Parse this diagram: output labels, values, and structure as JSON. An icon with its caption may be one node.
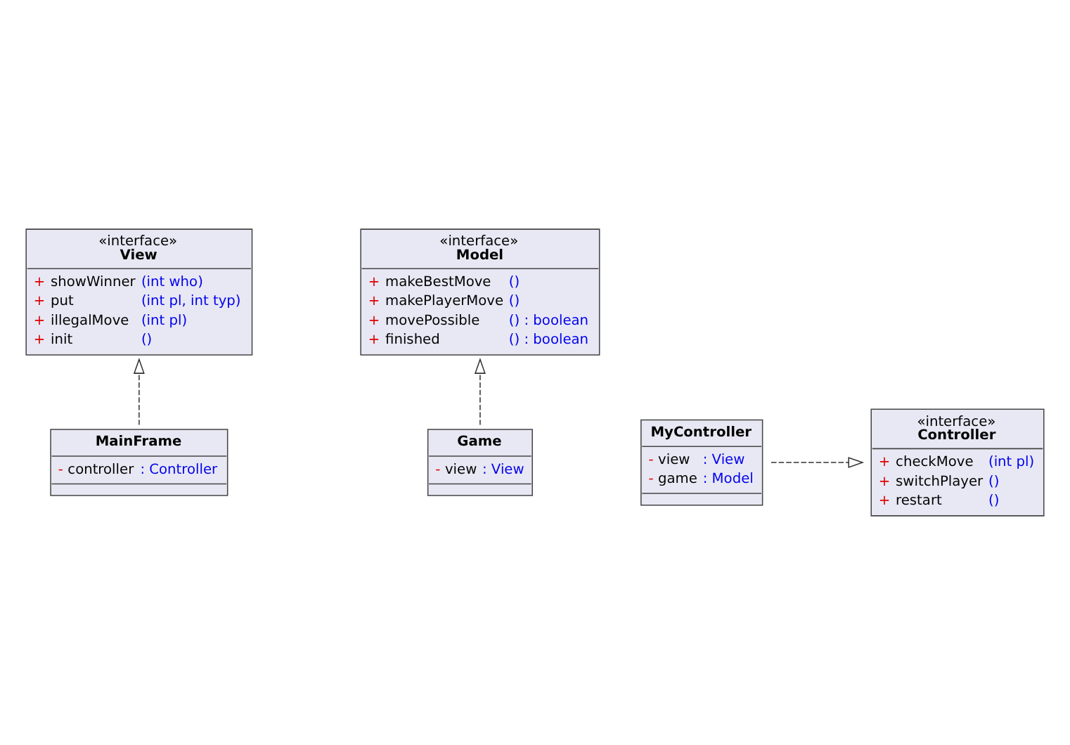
{
  "diagram": {
    "nodes": [
      {
        "text": [
          "«interface»",
          "View",
          "+ showWinner (int who)",
          "+ put (int pl, int typ)",
          "+ illegalMove (int pl)",
          "+ init ()"
        ]
      },
      {
        "text": [
          "«interface»",
          "Model",
          "+ makeBestMove ()",
          "+ makePlayerMove ()",
          "+ movePossible () : boolean",
          "+ finished () : boolean"
        ]
      },
      {
        "text": [
          "MainFrame",
          "- controller : Controller"
        ]
      },
      {
        "text": [
          "Game",
          "- view : View"
        ]
      },
      {
        "text": [
          "MyController",
          "- view : View",
          "- game : Model"
        ]
      },
      {
        "text": [
          "«interface»",
          "Controller",
          "+ checkMove (int pl)",
          "+ switchPlayer ()",
          "+ restart ()"
        ]
      }
    ],
    "edges": [
      {
        "from": 2,
        "to": 0,
        "arrow": "to",
        "style": "dashed"
      },
      {
        "from": 3,
        "to": 1,
        "arrow": "to",
        "style": "dashed"
      },
      {
        "from": 4,
        "to": 5,
        "arrow": "to",
        "style": "dashed"
      }
    ]
  }
}
